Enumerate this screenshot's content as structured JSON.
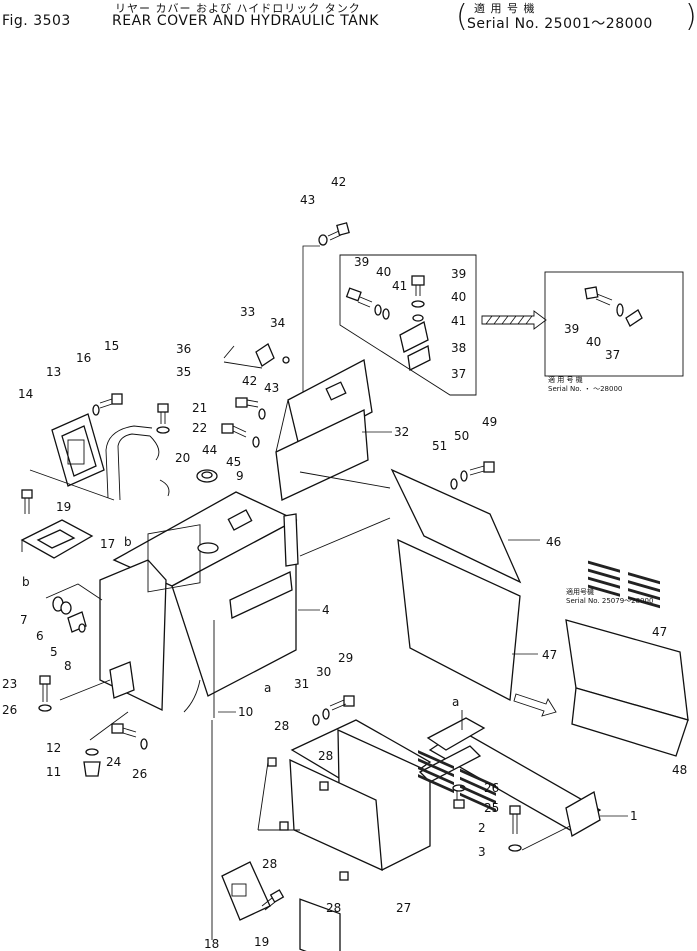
{
  "header": {
    "fig_label": "Fig. 3503",
    "title": "REAR COVER AND HYDRAULIC TANK",
    "title_jp": "リヤー カバー および ハイドロリック タンク",
    "serial_jp": "適 用 号 機",
    "serial": "Serial No. 25001～28000"
  },
  "inset_top": {
    "note_line1": "適 用 号 機",
    "note_line2": "Serial No.  ・ ～28000"
  },
  "inset_right": {
    "note_line1": "適用号機",
    "note_line2": "Serial No. 25079～28000"
  },
  "callouts": [
    "1",
    "2",
    "3",
    "4",
    "5",
    "6",
    "7",
    "8",
    "9",
    "10",
    "11",
    "12",
    "13",
    "14",
    "15",
    "16",
    "17",
    "18",
    "19",
    "20",
    "21",
    "22",
    "23",
    "24",
    "25",
    "26",
    "27",
    "28",
    "29",
    "30",
    "31",
    "32",
    "33",
    "34",
    "35",
    "36",
    "37",
    "38",
    "39",
    "40",
    "41",
    "42",
    "43",
    "44",
    "45",
    "46",
    "47",
    "48",
    "49",
    "50",
    "51"
  ],
  "refs": [
    "a",
    "b"
  ]
}
